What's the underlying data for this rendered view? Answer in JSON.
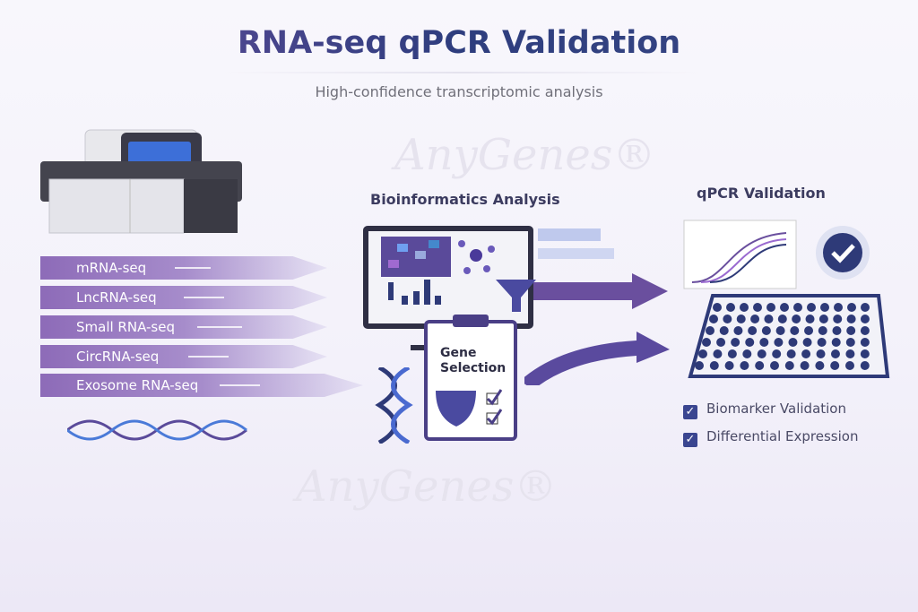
{
  "header": {
    "title": "RNA-seq qPCR Validation",
    "subtitle": "High-confidence transcriptomic analysis"
  },
  "watermark": "AnyGenes®",
  "inputs": [
    {
      "label": "mRNA-seq"
    },
    {
      "label": "LncRNA-seq"
    },
    {
      "label": "Small RNA-seq"
    },
    {
      "label": "CircRNA-seq"
    },
    {
      "label": "Exosome RNA-seq"
    }
  ],
  "analysis": {
    "title": "Bioinformatics Analysis",
    "clipboard_label_1": "Gene",
    "clipboard_label_2": "Selection"
  },
  "validation": {
    "title": "qPCR Validation",
    "items": [
      {
        "label": "Biomarker Validation",
        "icon": "checkbox-checked"
      },
      {
        "label": "Differential Expression",
        "icon": "checkbox-checked"
      }
    ]
  },
  "colors": {
    "accent": "#6a4f9e",
    "navy": "#2e3a78"
  }
}
